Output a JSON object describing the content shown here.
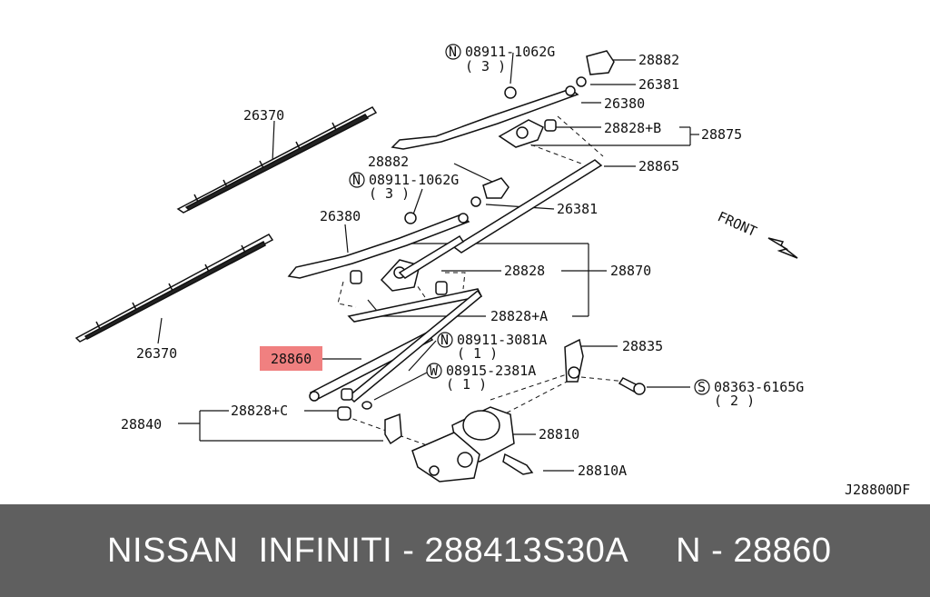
{
  "diagram": {
    "code": "J28800DF",
    "highlight_color": "#f08080",
    "labels": {
      "nut_top": "08911-1062G",
      "nut_top_qty": "( 3 )",
      "cap_top": "28882",
      "washer_top": "26381",
      "arm_top": "26380",
      "pivot_b": "28828+B",
      "linkage_assy_top": "28875",
      "link_rod_top": "28865",
      "blade_top": "26370",
      "cap_mid": "28882",
      "nut_mid": "08911-1062G",
      "nut_mid_qty": "( 3 )",
      "washer_mid": "26381",
      "arm_mid": "26380",
      "pivot": "28828",
      "linkage_assy_mid": "28870",
      "pivot_a": "28828+A",
      "blade_bottom": "26370",
      "front_label": "FRONT",
      "link_rod_highlight": "28860",
      "nut_motor": "08911-3081A",
      "nut_motor_qty": "( 1 )",
      "bracket": "28835",
      "washer_motor": "08915-2381A",
      "washer_motor_qty": "( 1 )",
      "bolt": "08363-6165G",
      "bolt_qty": "( 2 )",
      "motor_assy": "28840",
      "pivot_c": "28828+C",
      "motor": "28810",
      "motor_bolt": "28810A",
      "circle_n": "N",
      "circle_w": "W",
      "circle_s": "S"
    }
  },
  "footer": {
    "brand": "NISSAN  INFINITI - 288413S30A",
    "ref": "N - 28860"
  }
}
